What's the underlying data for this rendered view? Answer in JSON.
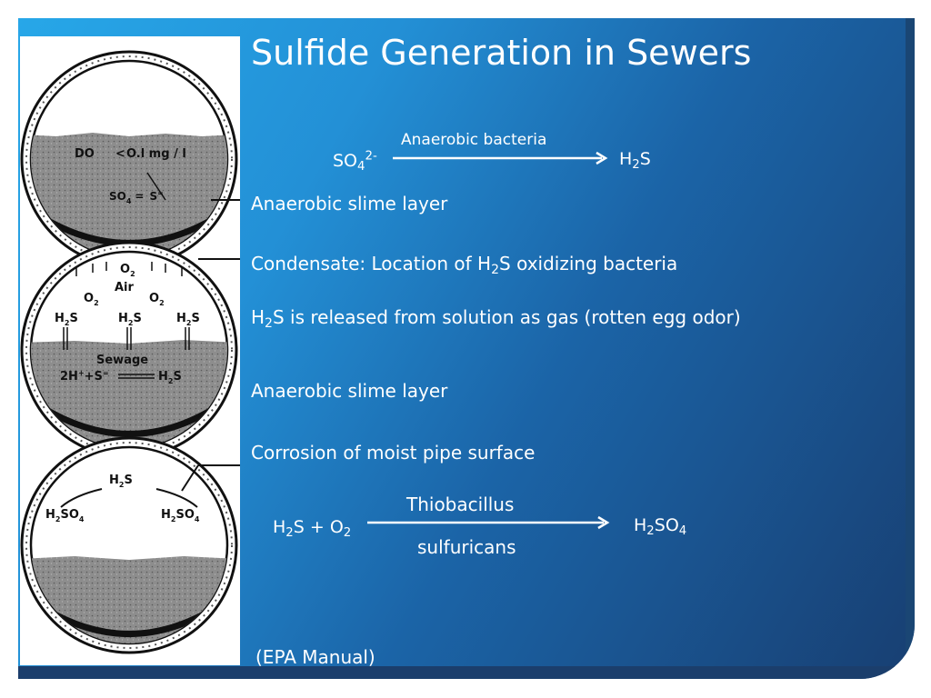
{
  "title": "Sulfide Generation in Sewers",
  "reaction1": {
    "reactant": "SO",
    "reactant_sub": "4",
    "reactant_sup": "2-",
    "catalyst": "Anaerobic bacteria",
    "product_a": "H",
    "product_sub": "2",
    "product_b": "S"
  },
  "labels": {
    "slime1": "Anaerobic slime layer",
    "condensate_pre": "Condensate: Location of H",
    "condensate_sub": "2",
    "condensate_post": "S oxidizing bacteria",
    "released_pre": "H",
    "released_sub": "2",
    "released_post": "S is released from solution as gas (rotten egg odor)",
    "slime2": "Anaerobic slime layer",
    "corrosion": "Corrosion of moist pipe surface"
  },
  "reaction2": {
    "reactant_a": "H",
    "reactant_sub1": "2",
    "reactant_b": "S + O",
    "reactant_sub2": "2",
    "catalyst_top": "Thiobacillus",
    "catalyst_bottom": "sulfuricans",
    "product_a": "H",
    "product_sub1": "2",
    "product_b": "SO",
    "product_sub2": "4"
  },
  "source": "(EPA Manual)",
  "diagram": {
    "pipe1": {
      "do": "DO",
      "conc": "O.l mg / l",
      "so4": "SO",
      "so4_sub": "4",
      "eq": "=",
      "s": "S",
      "s_sup": "="
    },
    "pipe2": {
      "o2": "O",
      "o2_sub": "2",
      "air": "Air",
      "h2s": "H",
      "h2s_sub": "2",
      "h2s_s": "S",
      "sewage": "Sewage",
      "eq_pre": "2H",
      "eq_sup": "+",
      "eq_mid": "+S",
      "eq_sup2": "="
    },
    "pipe3": {
      "h2s": "H",
      "h2s_sub": "2",
      "h2s_s": "S",
      "h2so4": "H",
      "h2so4_sub1": "2",
      "h2so4_mid": "SO",
      "h2so4_sub2": "4"
    }
  },
  "colors": {
    "text": "#ffffff",
    "bg_start": "#27a7e8",
    "bg_end": "#183f72",
    "sewage": "#8a8a8a"
  }
}
